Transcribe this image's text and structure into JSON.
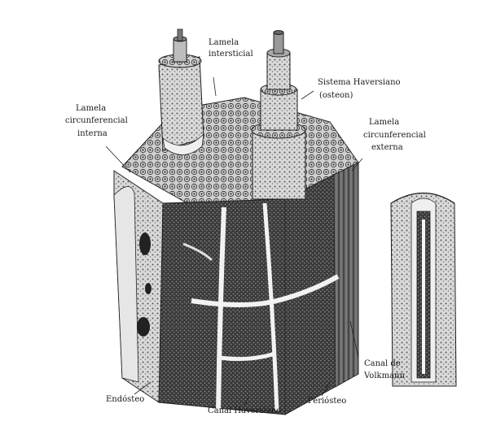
{
  "labels": {
    "lamela_intersticial_1": "Lamela",
    "lamela_intersticial_2": "intersticial",
    "sistema_haversiano_1": "Sistema Haversiano",
    "sistema_haversiano_2": "(osteon)",
    "lamela_interna_1": "Lamela",
    "lamela_interna_2": "circunferencial",
    "lamela_interna_3": "interna",
    "lamela_externa_1": "Lamela",
    "lamela_externa_2": "circunferencial",
    "lamela_externa_3": "externa",
    "canal_volkmann_1": "Canal de",
    "canal_volkmann_2": "Volkmann",
    "endosteo": "Endósteo",
    "canal_haversiano": "Canal Haversiano",
    "periosteo": "Periósteo"
  }
}
